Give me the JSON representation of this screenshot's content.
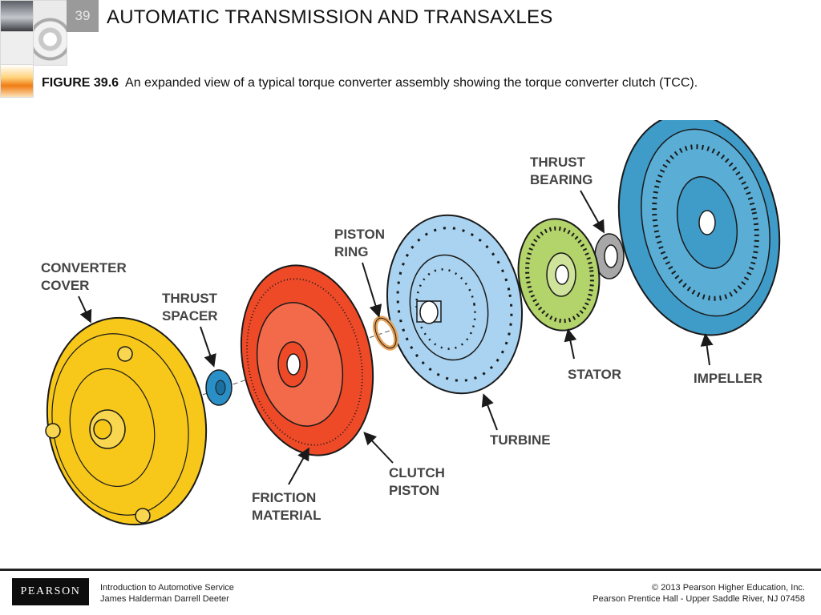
{
  "header": {
    "slide_number": "39",
    "title": "AUTOMATIC TRANSMISSION AND TRANSAXLES"
  },
  "caption": {
    "label": "FIGURE 39.6",
    "text": "An expanded view of a typical torque converter assembly showing the torque converter clutch (TCC)."
  },
  "diagram": {
    "labels": {
      "converter_cover": [
        "CONVERTER",
        "COVER"
      ],
      "thrust_spacer": [
        "THRUST",
        "SPACER"
      ],
      "friction_material": [
        "FRICTION",
        "MATERIAL"
      ],
      "clutch_piston": [
        "CLUTCH",
        "PISTON"
      ],
      "piston_ring": [
        "PISTON",
        "RING"
      ],
      "turbine": [
        "TURBINE"
      ],
      "stator": [
        "STATOR"
      ],
      "thrust_bearing": [
        "THRUST",
        "BEARING"
      ],
      "impeller": [
        "IMPELLER"
      ]
    },
    "colors": {
      "converter_cover": "#f7c81a",
      "thrust_spacer": "#2a8fc7",
      "clutch_piston": "#ef4a28",
      "turbine": "#a9d3f0",
      "piston_ring": "#e8a35a",
      "stator": "#b3d36b",
      "thrust_bearing": "#a7a7a7",
      "impeller": "#3f9bc8",
      "label": "#444444",
      "outline": "#1a1a1a"
    }
  },
  "footer": {
    "logo": "PEARSON",
    "book_title": "Introduction to Automotive Service",
    "authors": "James Halderman  Darrell Deeter",
    "copyright": "© 2013  Pearson Higher Education, Inc.",
    "publisher": "Pearson Prentice Hall - Upper Saddle River, NJ 07458"
  }
}
